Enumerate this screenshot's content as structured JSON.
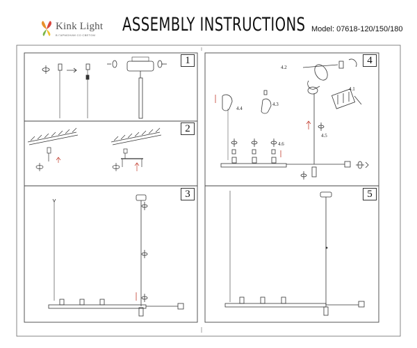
{
  "header": {
    "brand_name": "Kink Light",
    "brand_tagline": "В ГАРМОНИИ СО СВЕТОМ",
    "document_title": "ASSEMBLY INSTRUCTIONS",
    "model_text": "Model: 07618-120/150/180"
  },
  "steps": [
    {
      "number": "1"
    },
    {
      "number": "2"
    },
    {
      "number": "3"
    },
    {
      "number": "4",
      "sub_labels": [
        "4.2",
        "4.1",
        "4.4",
        "4.3",
        "4.6",
        "4.5"
      ]
    },
    {
      "number": "5"
    }
  ],
  "colors": {
    "line": "#333333",
    "frame": "#444444",
    "logo_orange": "#e8912b",
    "logo_green": "#7ab648",
    "logo_red": "#d9463f",
    "arrow_red": "#c0392b"
  }
}
